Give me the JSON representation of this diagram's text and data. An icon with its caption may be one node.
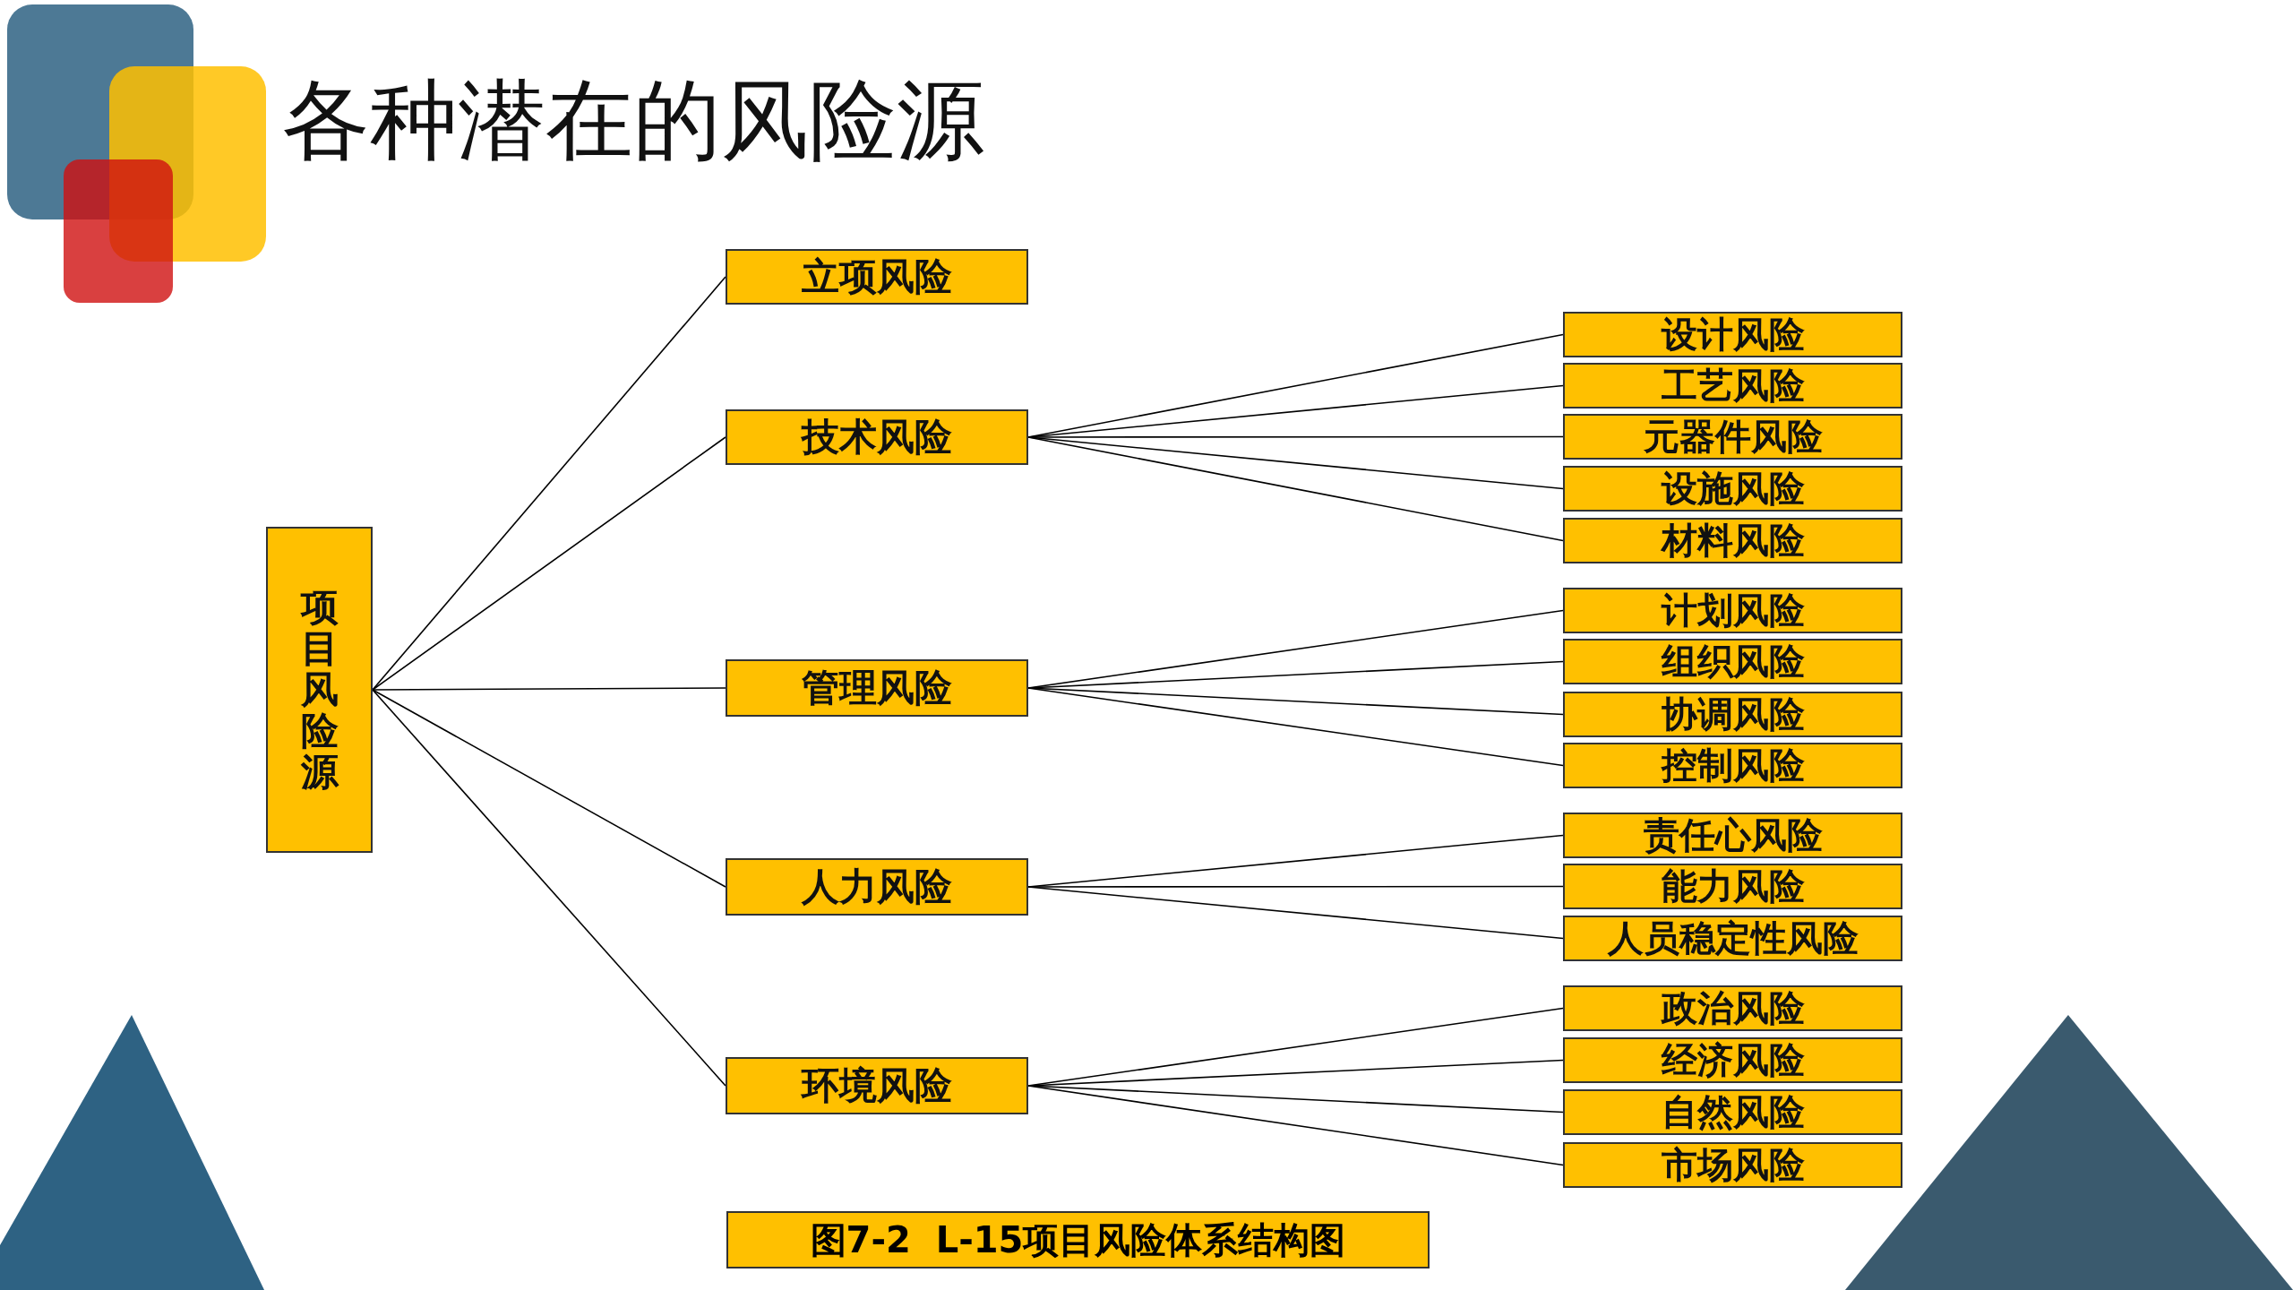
{
  "diagram": {
    "title": "各种潜在的风险源",
    "caption": "图7-2  L-15项目风险体系结构图",
    "nodes": [
      {
        "text": [
          "项目风险源"
        ]
      },
      {
        "text": [
          "立项风险"
        ]
      },
      {
        "text": [
          "技术风险"
        ]
      },
      {
        "text": [
          "管理风险"
        ]
      },
      {
        "text": [
          "人力风险"
        ]
      },
      {
        "text": [
          "环境风险"
        ]
      },
      {
        "text": [
          "设计风险"
        ]
      },
      {
        "text": [
          "工艺风险"
        ]
      },
      {
        "text": [
          "元器件风险"
        ]
      },
      {
        "text": [
          "设施风险"
        ]
      },
      {
        "text": [
          "材料风险"
        ]
      },
      {
        "text": [
          "计划风险"
        ]
      },
      {
        "text": [
          "组织风险"
        ]
      },
      {
        "text": [
          "协调风险"
        ]
      },
      {
        "text": [
          "控制风险"
        ]
      },
      {
        "text": [
          "责任心风险"
        ]
      },
      {
        "text": [
          "能力风险"
        ]
      },
      {
        "text": [
          "人员稳定性风险"
        ]
      },
      {
        "text": [
          "政治风险"
        ]
      },
      {
        "text": [
          "经济风险"
        ]
      },
      {
        "text": [
          "自然风险"
        ]
      },
      {
        "text": [
          "市场风险"
        ]
      }
    ],
    "edges": [
      {
        "from": 0,
        "to": 1,
        "arrow": "none"
      },
      {
        "from": 0,
        "to": 2,
        "arrow": "none"
      },
      {
        "from": 0,
        "to": 3,
        "arrow": "none"
      },
      {
        "from": 0,
        "to": 4,
        "arrow": "none"
      },
      {
        "from": 0,
        "to": 5,
        "arrow": "none"
      },
      {
        "from": 2,
        "to": 6,
        "arrow": "none"
      },
      {
        "from": 2,
        "to": 7,
        "arrow": "none"
      },
      {
        "from": 2,
        "to": 8,
        "arrow": "none"
      },
      {
        "from": 2,
        "to": 9,
        "arrow": "none"
      },
      {
        "from": 2,
        "to": 10,
        "arrow": "none"
      },
      {
        "from": 3,
        "to": 11,
        "arrow": "none"
      },
      {
        "from": 3,
        "to": 12,
        "arrow": "none"
      },
      {
        "from": 3,
        "to": 13,
        "arrow": "none"
      },
      {
        "from": 3,
        "to": 14,
        "arrow": "none"
      },
      {
        "from": 4,
        "to": 15,
        "arrow": "none"
      },
      {
        "from": 4,
        "to": 16,
        "arrow": "none"
      },
      {
        "from": 4,
        "to": 17,
        "arrow": "none"
      },
      {
        "from": 5,
        "to": 18,
        "arrow": "none"
      },
      {
        "from": 5,
        "to": 19,
        "arrow": "none"
      },
      {
        "from": 5,
        "to": 20,
        "arrow": "none"
      },
      {
        "from": 5,
        "to": 21,
        "arrow": "none"
      }
    ]
  }
}
